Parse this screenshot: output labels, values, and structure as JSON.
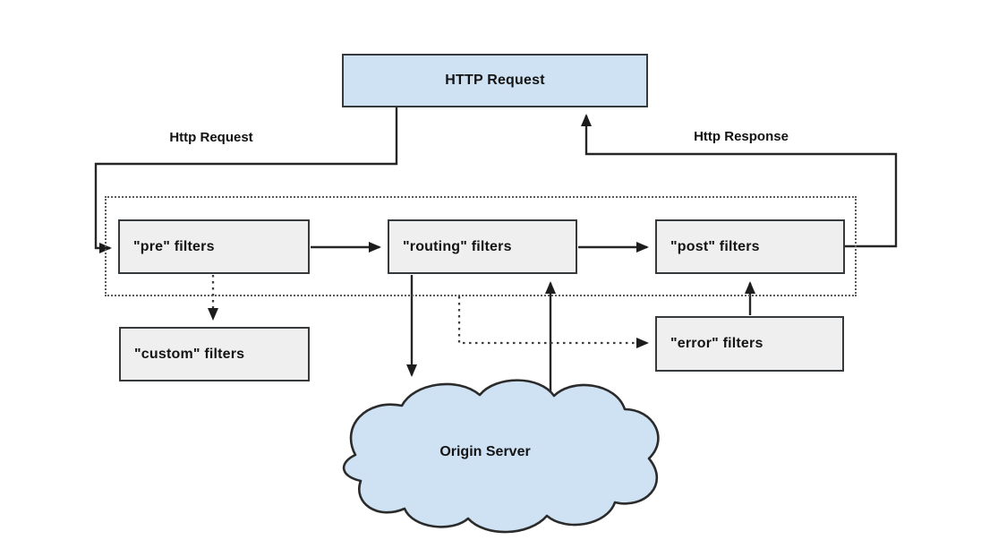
{
  "diagram": {
    "request_box": {
      "label": "HTTP Request"
    },
    "edge_labels": {
      "request": "Http Request",
      "response": "Http Response"
    },
    "filter_boxes": {
      "pre": {
        "label": "\"pre\" filters"
      },
      "routing": {
        "label": "\"routing\" filters"
      },
      "post": {
        "label": "\"post\" filters"
      },
      "custom": {
        "label": "\"custom\" filters"
      },
      "error": {
        "label": "\"error\" filters"
      }
    },
    "cloud": {
      "label": "Origin Server"
    },
    "colors": {
      "node_blue_fill": "#cfe2f3",
      "node_gray_fill": "#efefef",
      "node_border": "#373a3c",
      "connector": "#262626",
      "dotted_border": "#5b5b5b",
      "background": "#ffffff"
    }
  }
}
